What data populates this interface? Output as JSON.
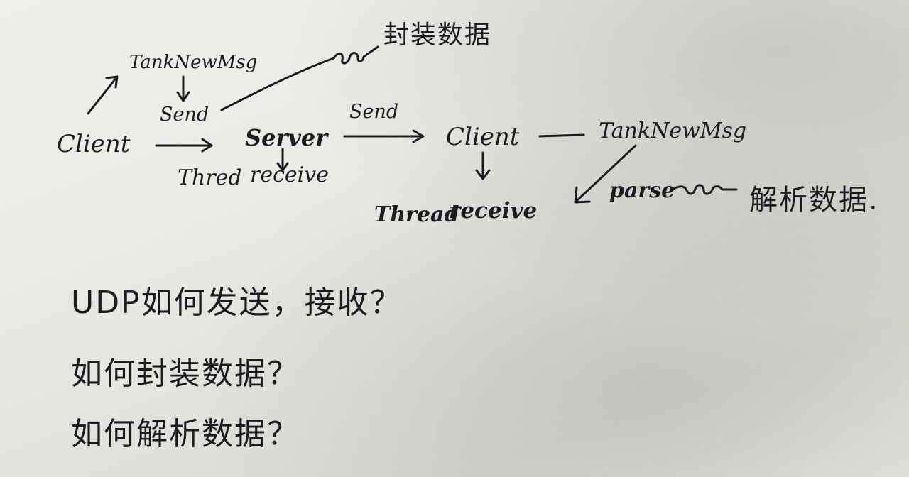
{
  "diagram": {
    "flow": {
      "client_left": "Client",
      "tank_new_msg_top": "TankNewMsg",
      "send_left": "Send",
      "server": "Server",
      "thread_left": "Thred",
      "receive_left": "receive",
      "send_mid": "Send",
      "client_right": "Client",
      "tank_new_msg_right": "TankNewMsg",
      "thread_right": "Thread",
      "receive_right": "receive",
      "parse": "parse",
      "pack_note": "封装数据",
      "parse_note": "解析数据."
    },
    "questions": [
      "UDP如何发送，接收？",
      "如何封装数据？",
      "如何解析数据？"
    ]
  }
}
